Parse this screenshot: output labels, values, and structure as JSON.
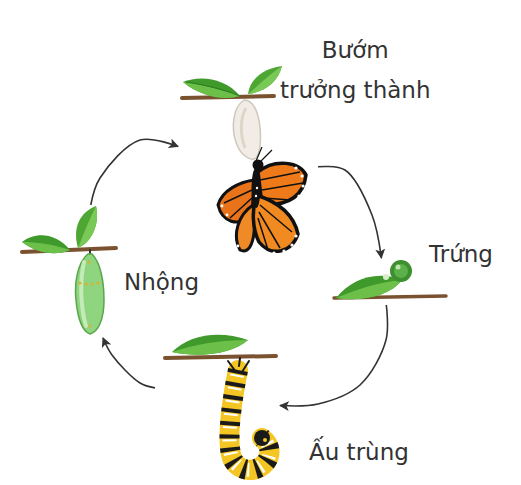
{
  "diagram": {
    "nodes": [
      {
        "text": [
          "Bướm trưởng thành"
        ]
      },
      {
        "text": [
          "Trứng"
        ]
      },
      {
        "text": [
          "Ấu trùng"
        ]
      },
      {
        "text": [
          "Nhộng"
        ]
      }
    ],
    "edges": [
      {
        "from": 0,
        "to": 1,
        "arrow": "to"
      },
      {
        "from": 1,
        "to": 2,
        "arrow": "to"
      },
      {
        "from": 2,
        "to": 3,
        "arrow": "to"
      },
      {
        "from": 3,
        "to": 0,
        "arrow": "to"
      }
    ]
  }
}
